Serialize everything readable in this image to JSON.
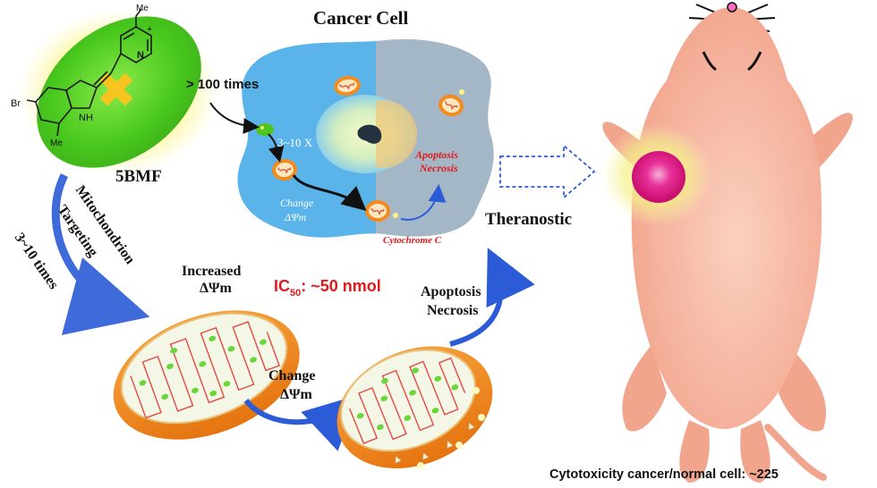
{
  "title": "Cancer Cell",
  "compound": {
    "name": "5BMF",
    "substituents": {
      "methyl_n": "Me",
      "charge": "+",
      "bromo": "Br",
      "nh": "NH",
      "methyl_ring": "Me"
    }
  },
  "cell": {
    "uptake_label": "> 100 times",
    "accumulation_label": "3~10 X",
    "change_label_1": "Change",
    "change_label_2": "ΔΨm",
    "apoptosis_label": "Apoptosis",
    "necrosis_label": "Necrosis",
    "cytochrome_label": "Cytochrome C"
  },
  "targeting": {
    "line1": "Mitochondrion",
    "line2": "Targeting",
    "times_label": "3~10 times"
  },
  "mito_state": {
    "increased_line1": "Increased",
    "increased_line2": "ΔΨm",
    "change_line1": "Change",
    "change_line2": "ΔΨm",
    "apoptosis_line1": "Apoptosis",
    "apoptosis_line2": "Necrosis"
  },
  "ic50": {
    "prefix": "IC",
    "subscript": "50",
    "value": ":  ~50 nmol"
  },
  "theranostic_label": "Theranostic",
  "cytotoxicity_label": "Cytotoxicity cancer/normal cell:  ~225",
  "colors": {
    "cell_blue": "#5ab4ea",
    "cell_gray": "#9fb3c2",
    "mito_orange": "#f28a1e",
    "mito_inner": "#f4f6e6",
    "red_text": "#e0191c",
    "arrow_blue": "#2b5bd7",
    "mouse_skin": "#f7b8a2",
    "tumor_pink": "#e0187c",
    "compound_green": "#58d428"
  }
}
